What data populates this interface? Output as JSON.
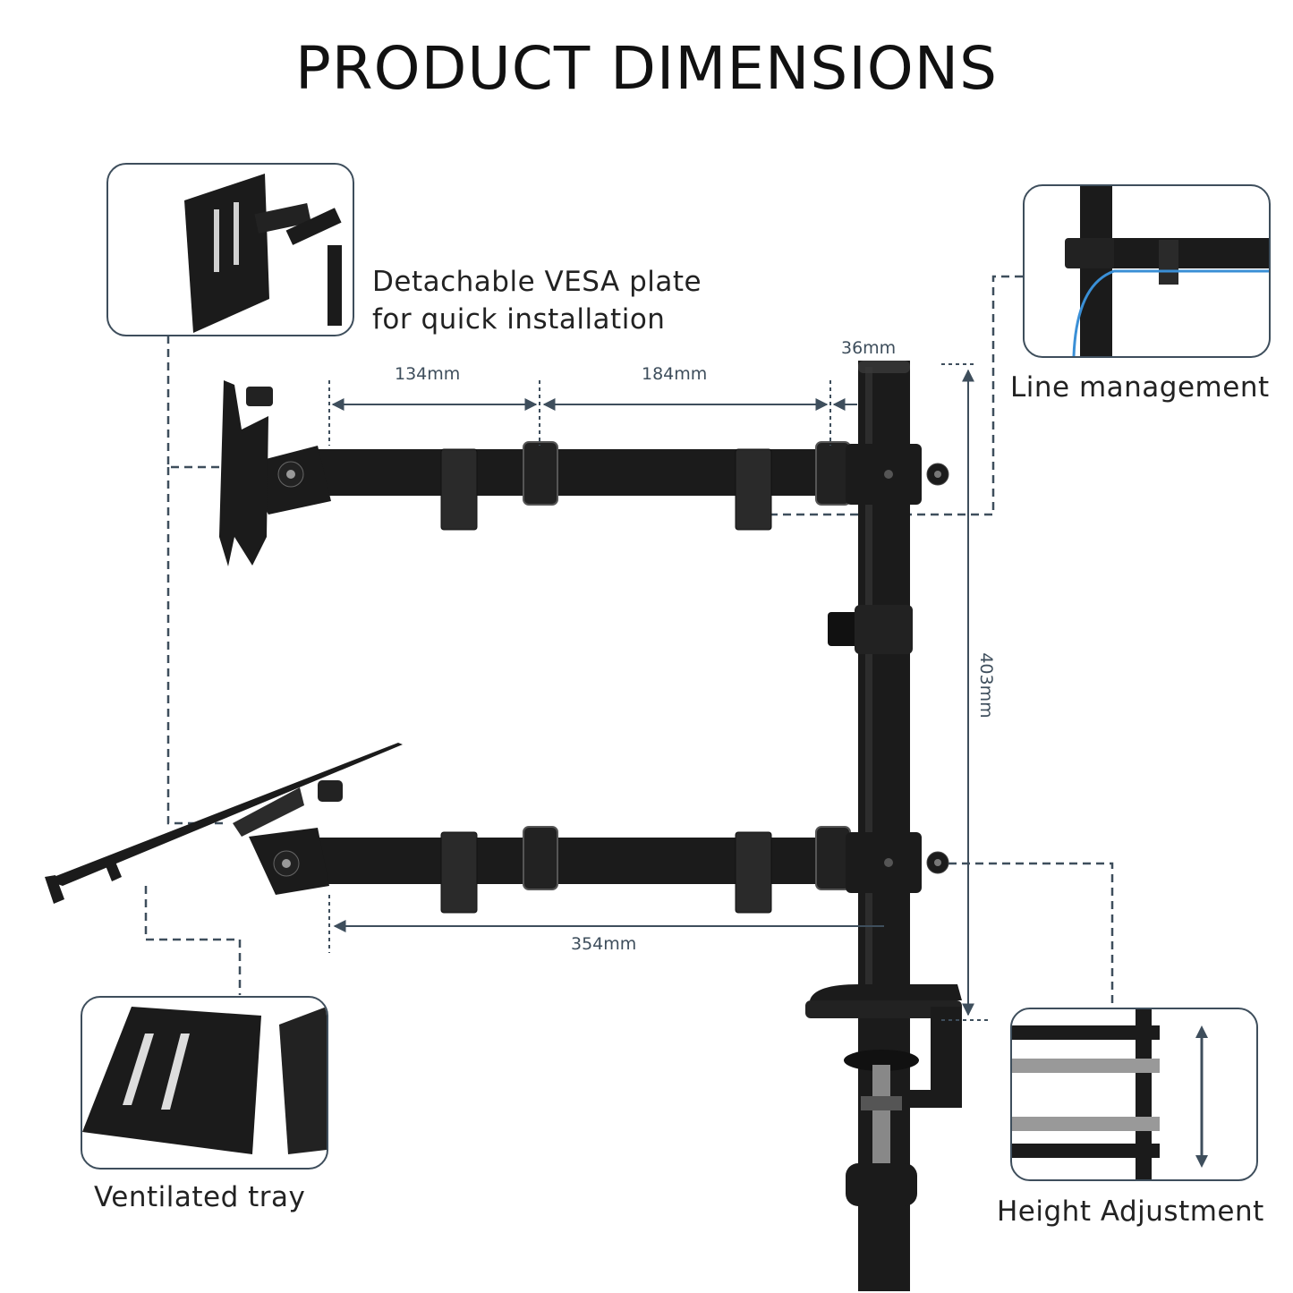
{
  "title": "PRODUCT DIMENSIONS",
  "callouts": {
    "vesa": {
      "line1": "Detachable VESA plate",
      "line2": "for quick installation"
    },
    "line_management": "Line management",
    "ventilated_tray": "Ventilated tray",
    "height_adjustment": "Height Adjustment"
  },
  "dimensions": {
    "arm_segment_1": "134mm",
    "arm_segment_2": "184mm",
    "pole_diameter": "36mm",
    "pole_height": "403mm",
    "arm_reach": "354mm"
  },
  "colors": {
    "accent_line": "#3e4e5c",
    "metal": "#1b1b1b",
    "cable": "#3a8fd6"
  }
}
